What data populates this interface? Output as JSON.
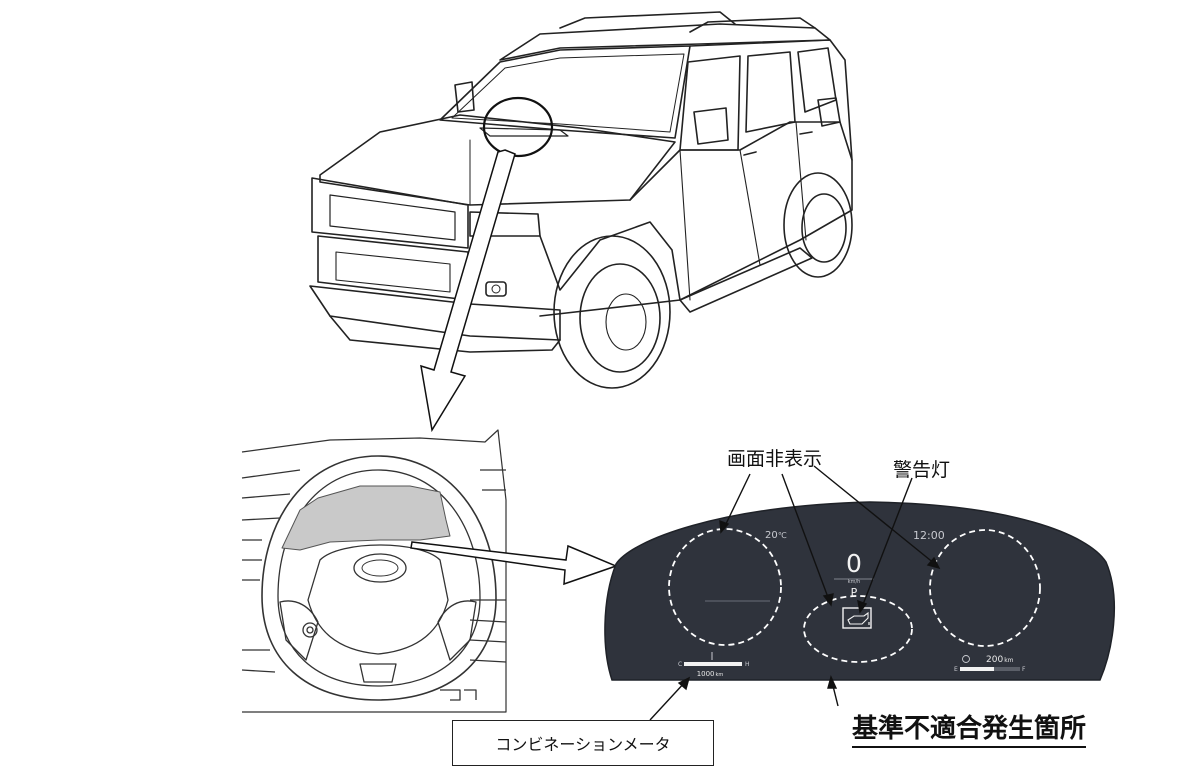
{
  "labels": {
    "screen_off": "画面非表示",
    "warning_light": "警告灯",
    "nonconformity_location": "基準不適合発生箇所",
    "combination_meter": "コンビネーションメータ"
  },
  "cluster": {
    "temperature": "20",
    "temperature_unit": "℃",
    "clock": "12:00",
    "speed": "0",
    "speed_unit": "km/h",
    "gear": "P",
    "odometer": "1000",
    "odometer_unit": "km",
    "range": "200",
    "range_unit": "km",
    "gauge_left_low": "C",
    "gauge_left_high": "H",
    "gauge_right_low": "E",
    "gauge_right_high": "F",
    "warning_icon": "oil-pressure-warning-icon"
  },
  "colors": {
    "cluster_bg": "#2f333c",
    "cluster_text": "#e8e8e8",
    "dashed_outline": "#ffffff",
    "steering_highlight": "#c9c9c9"
  }
}
